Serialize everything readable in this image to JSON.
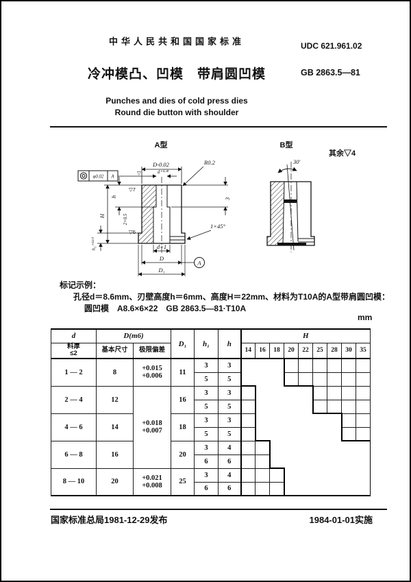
{
  "header": {
    "standard_name": "中华人民共和国国家标准",
    "title": "冷冲模凸、凹模　带肩圆凹模",
    "subtitle_en_1": "Punches and dies of cold press dies",
    "subtitle_en_2": "Round die button with shoulder",
    "udc": "UDC 621.961.02",
    "code": "GB 2863.5—81"
  },
  "figures": {
    "a": {
      "label": "A型",
      "tol_value": "φ0.02",
      "tol_datum": "A",
      "dim_D": "D-0.02",
      "dim_d": "d⁺⁰·⁰²",
      "radius": "R0.2",
      "dim3": "3",
      "finish7": "▽7",
      "finish6": "▽6",
      "finish_top": "▽",
      "h": "h",
      "H": "H",
      "step": "2×0.5",
      "h1": "h₁⁺⁰·¹⁰",
      "d_plus": "d+1",
      "D": "D",
      "D1": "D₁",
      "chamfer": "1×45°",
      "datum_circle": "A"
    },
    "b": {
      "label": "B型",
      "angle": "30′"
    },
    "note": "其余▽4"
  },
  "example": {
    "heading": "标记示例：",
    "line1": "孔径d＝8.6mm、刃壁高度h＝6mm、高度H＝22mm、材料为T10A的A型带肩圆凹模：",
    "line2": "圆凹模　A8.6×6×22　GB 2863.5—81·T10A"
  },
  "unit_label": "mm",
  "table": {
    "headers": {
      "d": "d",
      "d_sub": "料厚\n≤2",
      "D": "D(m6)",
      "D_basic": "基本尺寸",
      "D_dev": "极限偏差",
      "D1": "D₁",
      "h1": "h₁",
      "h": "h",
      "H": "H",
      "H_cols": [
        "14",
        "16",
        "18",
        "20",
        "22",
        "25",
        "28",
        "30",
        "35"
      ]
    },
    "groups": [
      {
        "d": "1 — 2",
        "D": "8",
        "dev_lines": [
          "+0.015",
          "+0.006"
        ],
        "dev_span": 2,
        "D1": "11",
        "sub": [
          [
            "3",
            "3"
          ],
          [
            "5",
            "5"
          ]
        ],
        "left_cols": 0,
        "right_start": 3
      },
      {
        "d": "2 — 4",
        "D": "12",
        "dev_lines": [
          "+0.018",
          "+0.007"
        ],
        "dev_span": 6,
        "D1": "16",
        "sub": [
          [
            "3",
            "3"
          ],
          [
            "5",
            "5"
          ]
        ],
        "left_cols": 1,
        "right_start": 5
      },
      {
        "d": "4 — 6",
        "D": "14",
        "dev_lines": null,
        "dev_span": 0,
        "D1": "18",
        "sub": [
          [
            "3",
            "3"
          ],
          [
            "5",
            "5"
          ]
        ],
        "left_cols": 1,
        "right_start": 7
      },
      {
        "d": "6 — 8",
        "D": "16",
        "dev_lines": null,
        "dev_span": 0,
        "D1": "20",
        "sub": [
          [
            "3",
            "4"
          ],
          [
            "6",
            "6"
          ]
        ],
        "left_cols": 2,
        "right_start": null
      },
      {
        "d": "8 — 10",
        "D": "20",
        "dev_lines": [
          "+0.021",
          "+0.008"
        ],
        "dev_span": 2,
        "D1": "25",
        "sub": [
          [
            "3",
            "4"
          ],
          [
            "6",
            "6"
          ]
        ],
        "left_cols": 3,
        "right_start": null
      }
    ]
  },
  "footer": {
    "left": "国家标准总局1981-12-29发布",
    "right": "1984-01-01实施"
  }
}
